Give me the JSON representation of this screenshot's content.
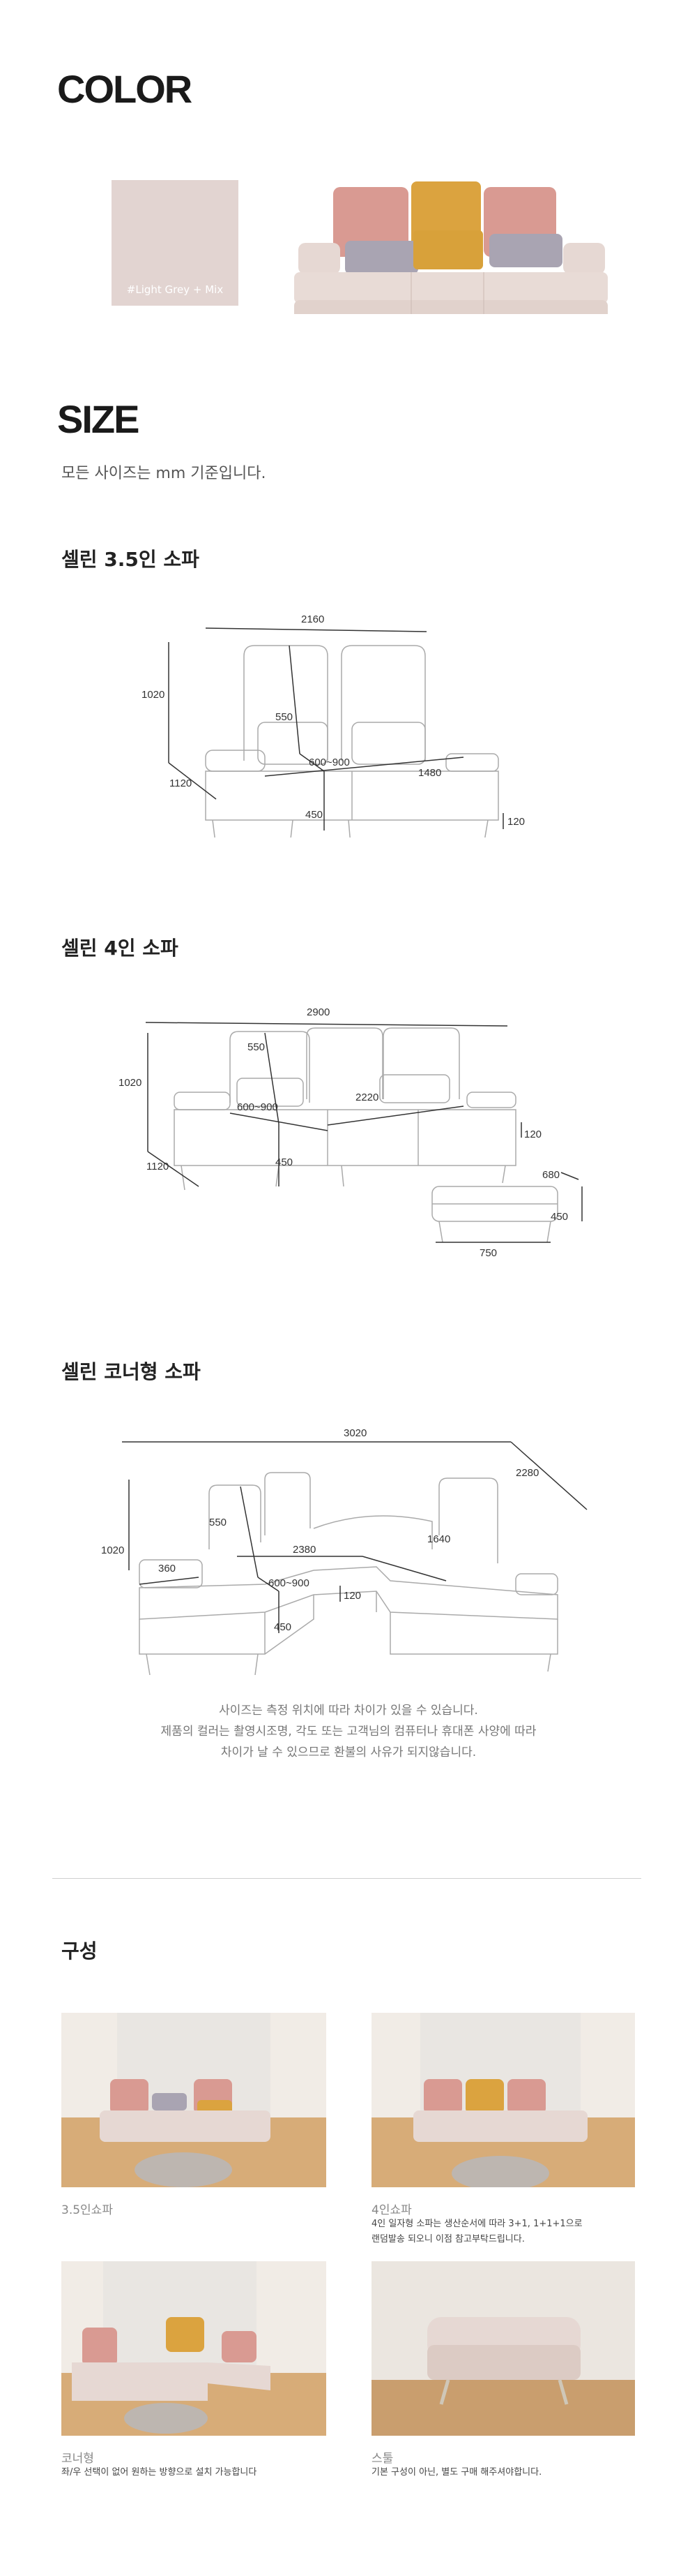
{
  "color_section": {
    "title": "COLOR",
    "swatch_label": "#Light Grey + Mix",
    "swatch_color": "#e2d4d1"
  },
  "size_section": {
    "title": "SIZE",
    "subtitle": "모든 사이즈는 mm 기준입니다.",
    "models": [
      {
        "name": "셀린 3.5인 소파",
        "dims": {
          "width": "2160",
          "height": "1020",
          "depth": "1120",
          "back": "550",
          "seat_depth": "600~900",
          "seat_width": "1480",
          "seat_height": "450",
          "leg": "120"
        }
      },
      {
        "name": "셀린 4인 소파",
        "dims": {
          "width": "2900",
          "height": "1020",
          "depth": "1120",
          "back": "550",
          "seat_depth": "600~900",
          "seat_width": "2220",
          "seat_height": "450",
          "leg": "120"
        },
        "stool": {
          "depth": "680",
          "height": "450",
          "width": "750"
        }
      },
      {
        "name": "셀린 코너형 소파",
        "dims": {
          "width": "3020",
          "side": "2280",
          "height": "1020",
          "back": "550",
          "arm": "360",
          "seat_width": "2380",
          "corner": "1640",
          "seat_depth": "600~900",
          "leg": "120",
          "seat_height": "450"
        }
      }
    ],
    "notes": [
      "사이즈는 측정 위치에 따라 차이가 있을 수 있습니다.",
      "제품의 컬러는 촬영시조명, 각도 또는 고객님의 컴퓨터나 휴대폰 사양에 따라",
      "차이가 날 수 있으므로 환불의 사유가 되지않습니다."
    ]
  },
  "composition": {
    "title": "구성",
    "items": [
      {
        "caption": "3.5인쇼파",
        "desc": []
      },
      {
        "caption": "4인쇼파",
        "desc": [
          "4인 일자형 소파는 생산순서에 따라 3+1, 1+1+1으로",
          "랜덤발송 되오니 이점 참고부탁드립니다."
        ]
      },
      {
        "caption": "코너형",
        "desc": [
          "좌/우 선택이 없어 원하는 방향으로 설치 가능합니다"
        ]
      },
      {
        "caption": "스툴",
        "desc": [
          "기본 구성이 아닌, 별도 구매 해주셔야합니다."
        ]
      }
    ]
  }
}
